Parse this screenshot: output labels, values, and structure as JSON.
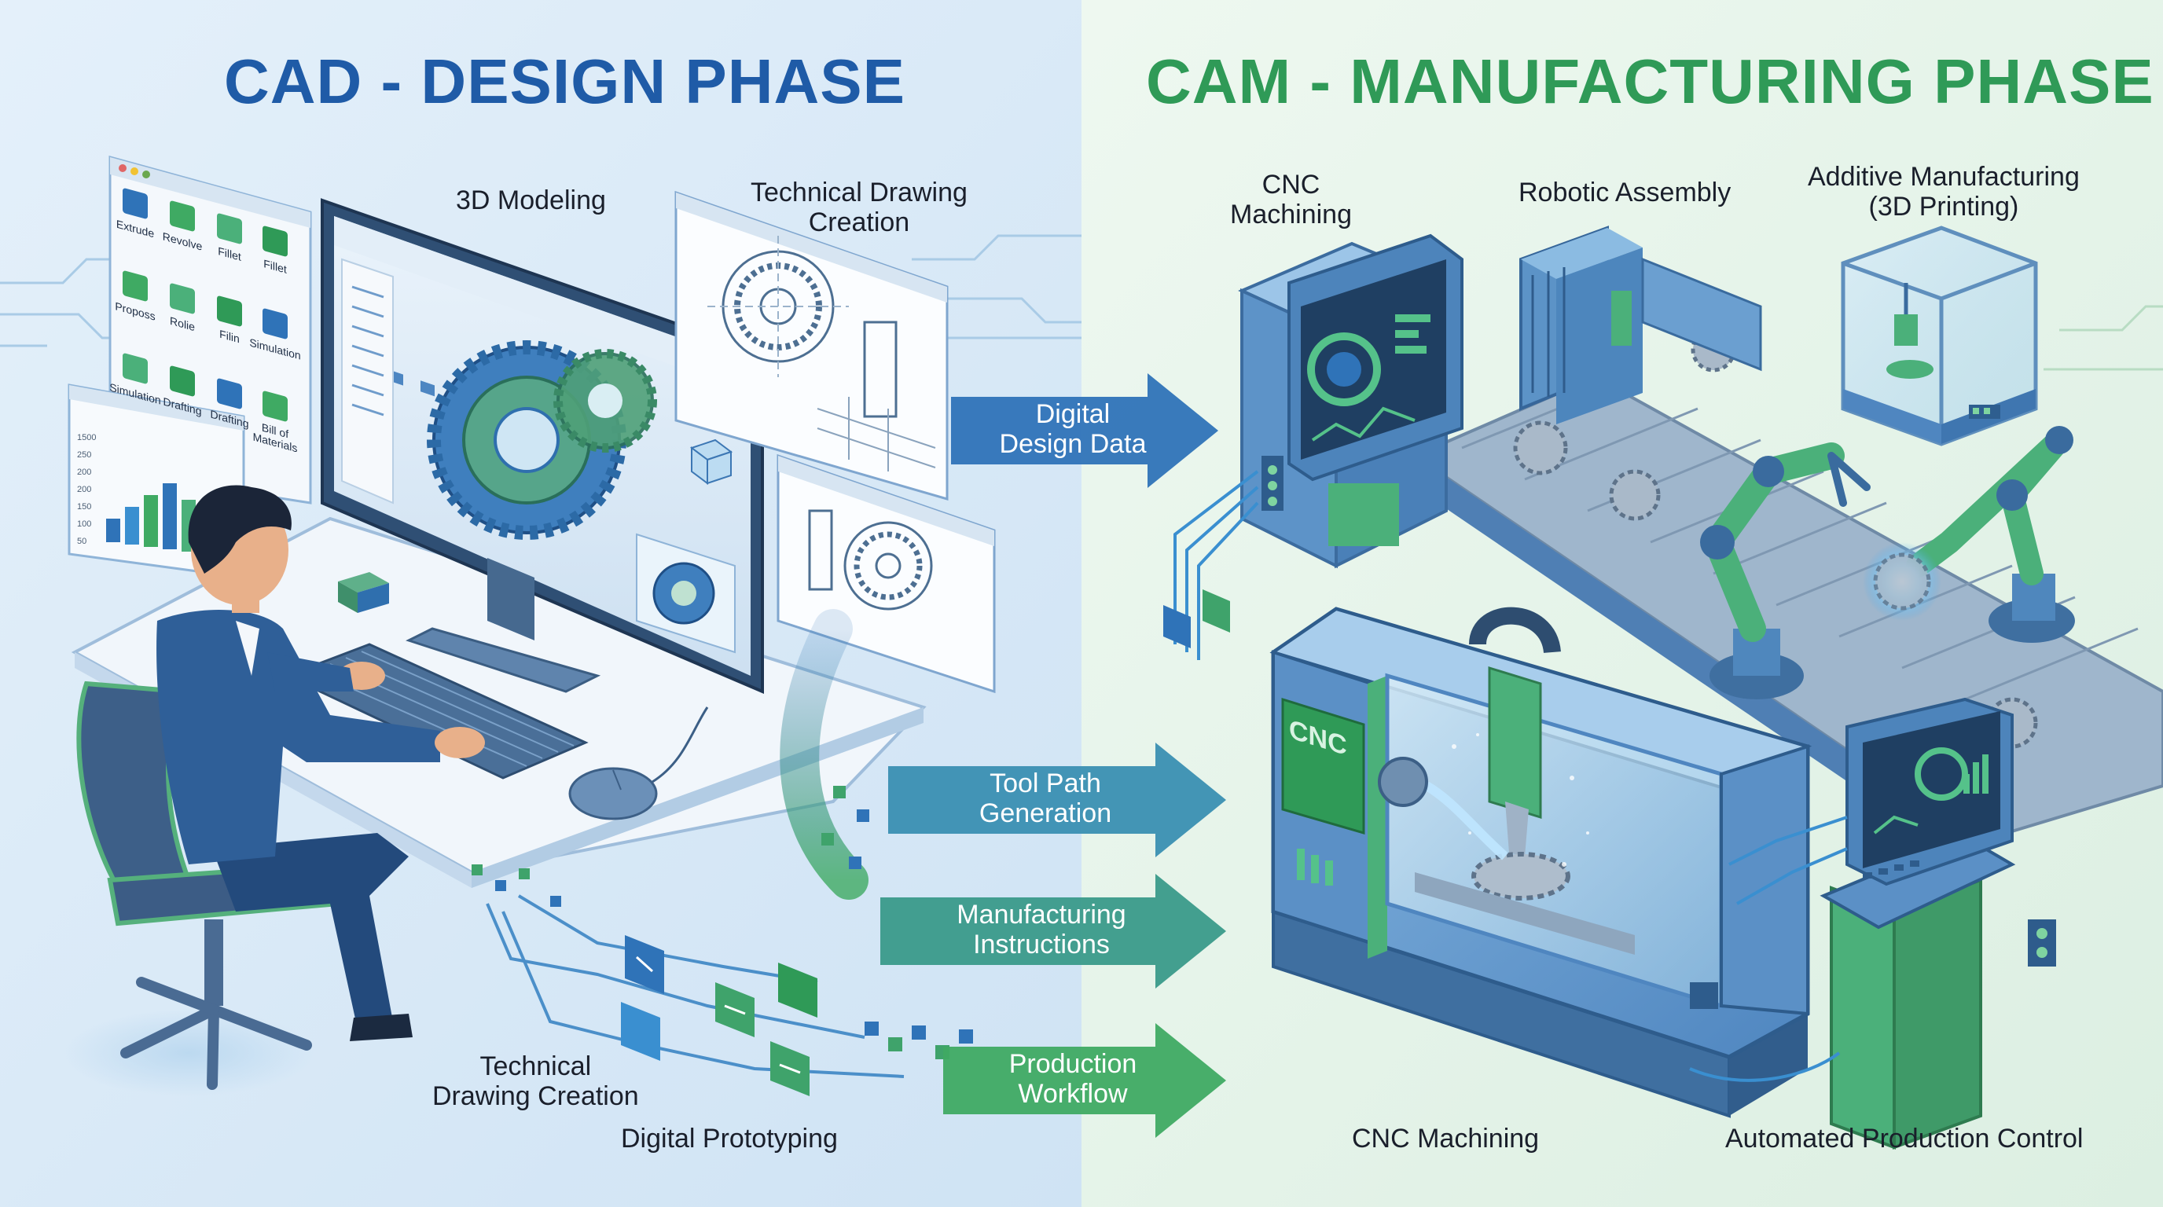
{
  "colors": {
    "cad_title": "#1f5ba7",
    "cam_title": "#2f9a57",
    "left_bg": "#dcebf7",
    "right_bg": "#e6f4ea",
    "accent_blue": "#2f73b8",
    "accent_green": "#3faa63",
    "panel_blue": "#5b8fc6",
    "machine_blue": "#6b9fd0",
    "machine_green": "#4bb07a"
  },
  "titles": {
    "cad": "CAD - DESIGN PHASE",
    "cam": "CAM - MANUFACTURING PHASE"
  },
  "cad_labels": {
    "modeling": "3D Modeling",
    "tech_drawing_top": [
      "Technical Drawing",
      "Creation"
    ],
    "tech_drawing_bottom": [
      "Technical",
      "Drawing Creation"
    ],
    "prototyping": "Digital Prototyping"
  },
  "tool_palette": [
    {
      "label": "Extrude",
      "icon": "extrude-icon"
    },
    {
      "label": "Revolve",
      "icon": "revolve-icon"
    },
    {
      "label": "Fillet",
      "icon": "fillet-icon"
    },
    {
      "label": "Fillet",
      "icon": "fillet-icon"
    },
    {
      "label": "Proposs",
      "icon": "proposs-icon"
    },
    {
      "label": "Rolie",
      "icon": "rolie-icon"
    },
    {
      "label": "Filin",
      "icon": "filin-icon"
    },
    {
      "label": "Simulation",
      "icon": "simulation-icon"
    },
    {
      "label": "Simulation",
      "icon": "simulation-icon"
    },
    {
      "label": "Drafting",
      "icon": "drafting-icon"
    },
    {
      "label": "Drafting",
      "icon": "drafting-icon"
    },
    {
      "label": "Bill of Materials",
      "icon": "bill-of-materials-icon"
    }
  ],
  "chart_panel": {
    "type": "bar",
    "y_ticks": [
      "1500",
      "250",
      "200",
      "200",
      "150",
      "100",
      "50"
    ],
    "bar_levels": [
      0.25,
      0.4,
      0.55,
      0.7,
      0.55,
      0.5
    ]
  },
  "flow_arrows": [
    {
      "lines": [
        "Digital",
        "Design Data"
      ],
      "color": "#2f73b8"
    },
    {
      "lines": [
        "Tool Path",
        "Generation"
      ],
      "color": "#3a8fb2"
    },
    {
      "lines": [
        "Manufacturing",
        "Instructions"
      ],
      "color": "#3a9a8a"
    },
    {
      "lines": [
        "Production",
        "Workflow"
      ],
      "color": "#3faa63"
    }
  ],
  "cam_labels": {
    "cnc_top": [
      "CNC",
      "Machining"
    ],
    "robotic": "Robotic Assembly",
    "additive": [
      "Additive Manufacturing",
      "(3D Printing)"
    ],
    "cnc_bottom": "CNC Machining",
    "automated": "Automated Production Control"
  },
  "machine_text": {
    "cnc_badge": "CNC"
  }
}
